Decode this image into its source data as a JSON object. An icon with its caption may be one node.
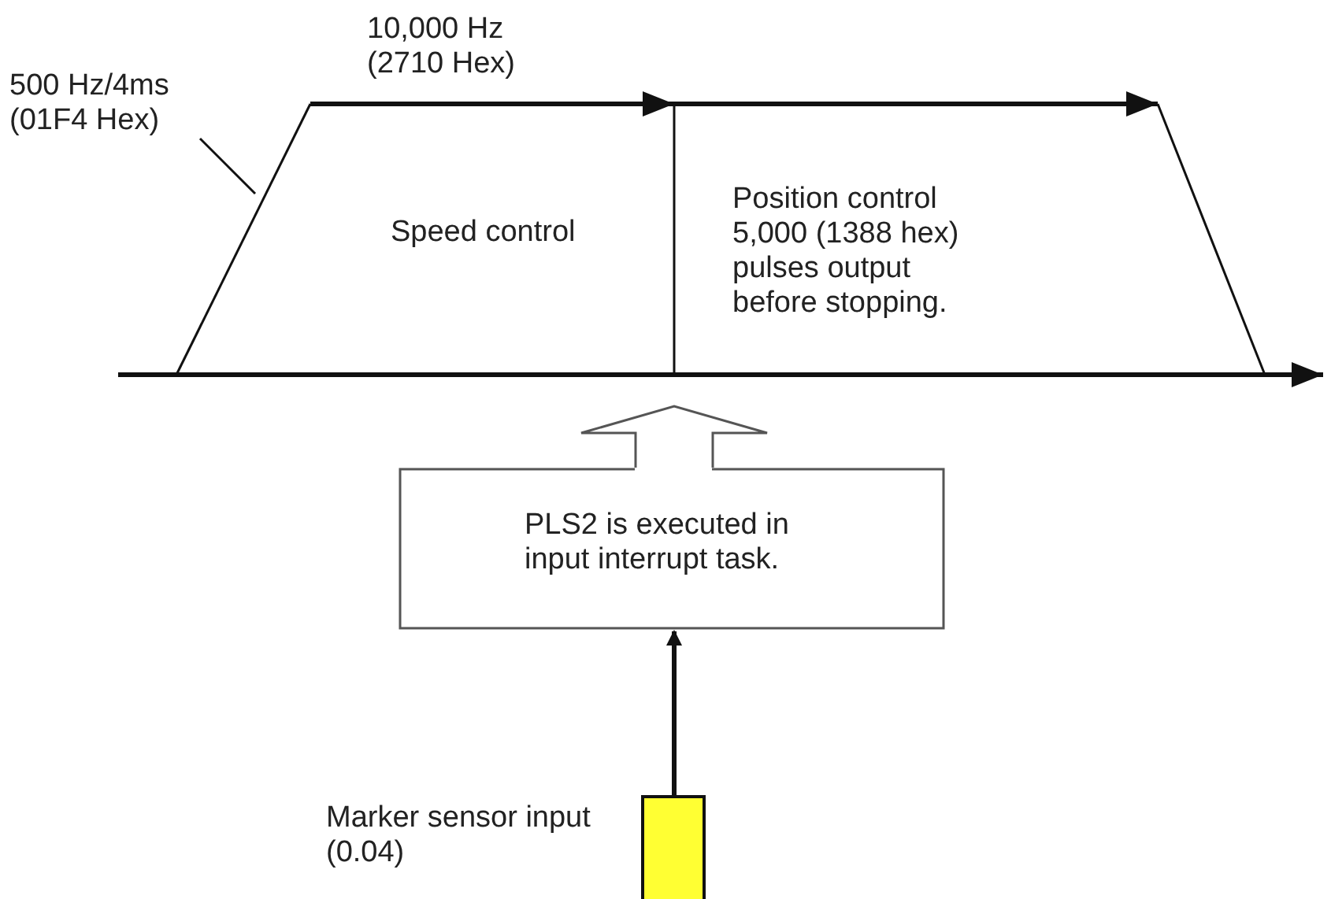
{
  "diagram": {
    "nodes": [
      {
        "text": [
          "PLS2 is executed in input interrupt task."
        ]
      },
      {
        "text": [],
        "shape": "bar",
        "beside": [
          "Marker sensor input (0.04)"
        ]
      },
      {
        "text": [
          "500 Hz/4ms (01F4 Hex)"
        ]
      },
      {
        "text": [],
        "shape": "line"
      }
    ],
    "edges": [
      {
        "from": 0,
        "to": 3,
        "arrow": "to"
      },
      {
        "from": 1,
        "to": 0,
        "arrow": "to",
        "style": "thick"
      },
      {
        "from": 2,
        "to": null,
        "arrow": "none"
      }
    ],
    "labels": [
      "10,000 Hz (2710 Hex)",
      "Speed control",
      "Position control 5,000 (1388 hex) pulses output before stopping."
    ]
  }
}
